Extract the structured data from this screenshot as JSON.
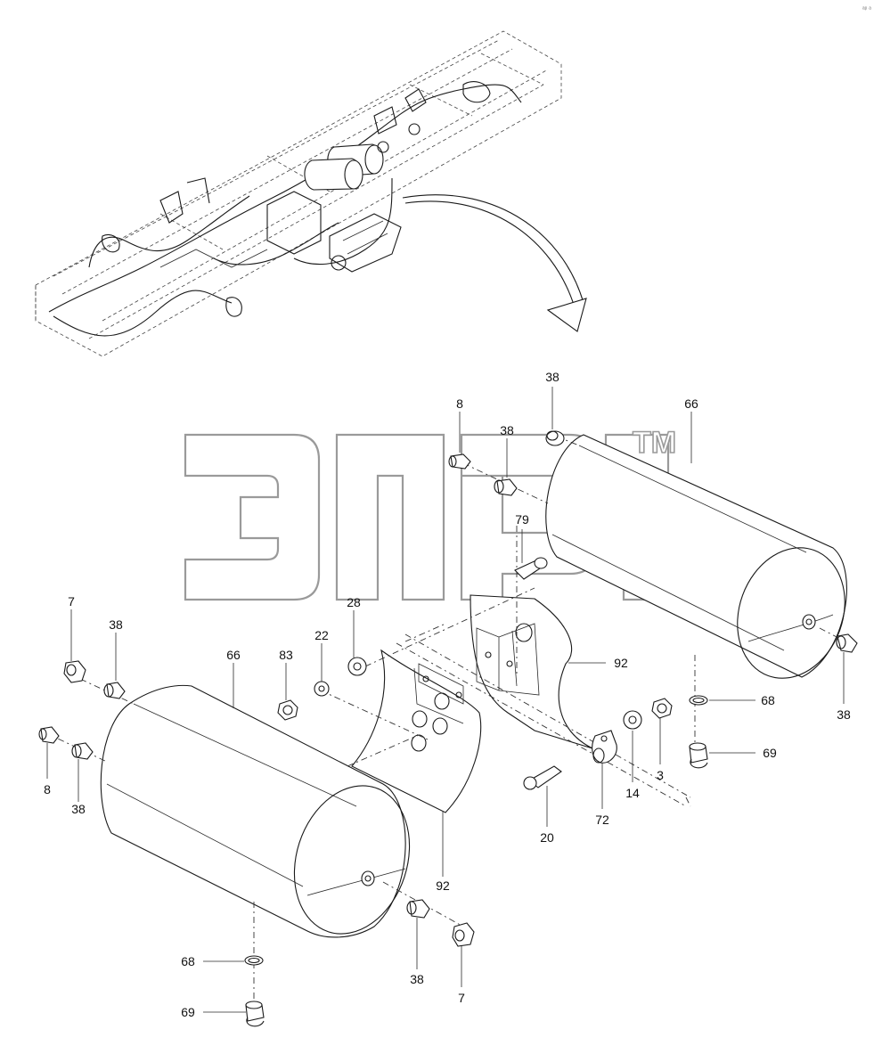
{
  "watermark": {
    "trademark": "TM"
  },
  "corner_mark": "ᵃᵖ ᵃ",
  "callouts": [
    {
      "id": "c-38-top",
      "text": "38"
    },
    {
      "id": "c-66-right",
      "text": "66"
    },
    {
      "id": "c-8-top",
      "text": "8"
    },
    {
      "id": "c-38-mid",
      "text": "38"
    },
    {
      "id": "c-79",
      "text": "79"
    },
    {
      "id": "c-28",
      "text": "28"
    },
    {
      "id": "c-7-left",
      "text": "7"
    },
    {
      "id": "c-38-left",
      "text": "38"
    },
    {
      "id": "c-66-left",
      "text": "66"
    },
    {
      "id": "c-22",
      "text": "22"
    },
    {
      "id": "c-83",
      "text": "83"
    },
    {
      "id": "c-92-right",
      "text": "92"
    },
    {
      "id": "c-68-right",
      "text": "68"
    },
    {
      "id": "c-38-right",
      "text": "38"
    },
    {
      "id": "c-69-right",
      "text": "69"
    },
    {
      "id": "c-3",
      "text": "3"
    },
    {
      "id": "c-14",
      "text": "14"
    },
    {
      "id": "c-72",
      "text": "72"
    },
    {
      "id": "c-20",
      "text": "20"
    },
    {
      "id": "c-8-left",
      "text": "8"
    },
    {
      "id": "c-38-left2",
      "text": "38"
    },
    {
      "id": "c-92-bottom",
      "text": "92"
    },
    {
      "id": "c-68-left",
      "text": "68"
    },
    {
      "id": "c-69-left",
      "text": "69"
    },
    {
      "id": "c-38-bottom",
      "text": "38"
    },
    {
      "id": "c-7-bottom",
      "text": "7"
    }
  ]
}
